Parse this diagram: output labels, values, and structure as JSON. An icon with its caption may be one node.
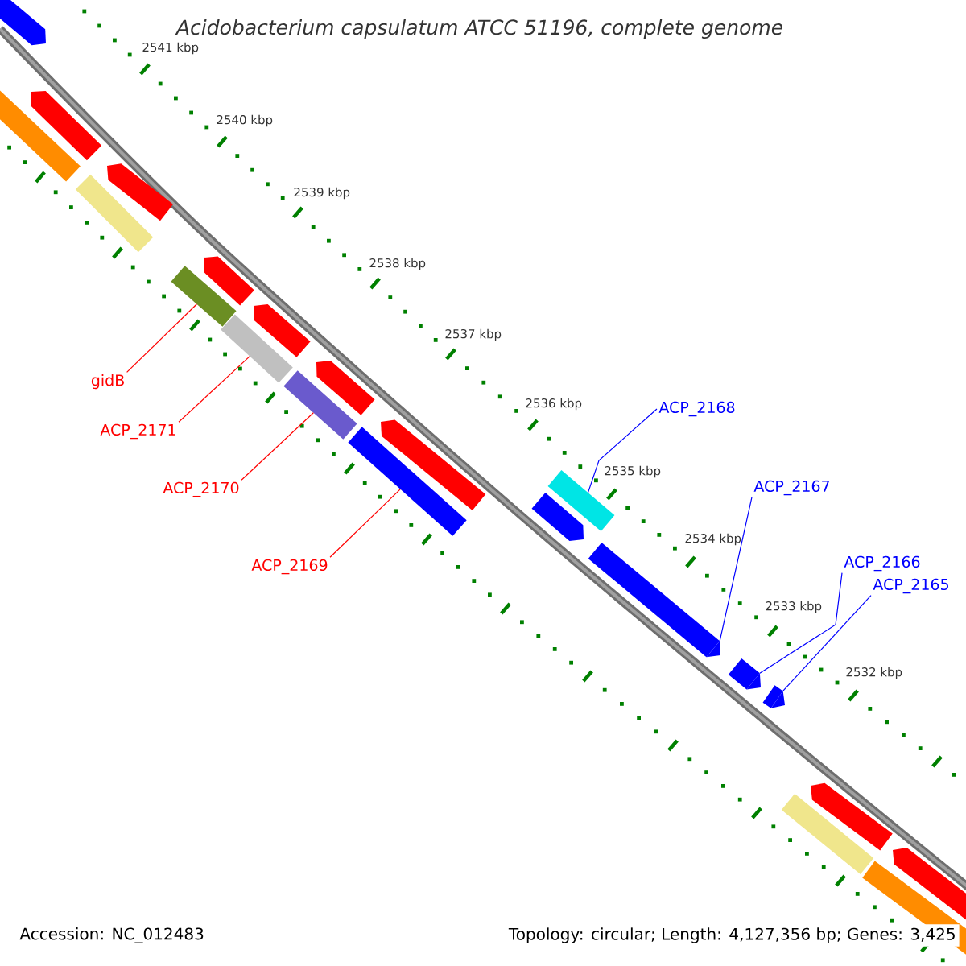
{
  "diagram": {
    "title": "Acidobacterium capsulatum ATCC 51196, complete genome",
    "nodes": [
      {
        "text": [
          "gidB"
        ]
      },
      {
        "text": [
          "ACP_2171"
        ]
      },
      {
        "text": [
          "ACP_2170"
        ]
      },
      {
        "text": [
          "ACP_2169"
        ]
      },
      {
        "text": [
          "ACP_2168"
        ]
      },
      {
        "text": [
          "ACP_2167"
        ]
      },
      {
        "text": [
          "ACP_2166"
        ]
      },
      {
        "text": [
          "ACP_2165"
        ]
      },
      {
        "text": [],
        "shape": "bar"
      },
      {
        "text": [],
        "shape": "bar"
      },
      {
        "text": [],
        "shape": "bar"
      },
      {
        "text": [],
        "shape": "bar"
      },
      {
        "text": [],
        "shape": "bar"
      },
      {
        "text": [],
        "shape": "bar"
      },
      {
        "text": [],
        "shape": "bar"
      },
      {
        "text": [],
        "shape": "bar"
      }
    ],
    "edges": [
      {
        "from": 0,
        "to": 8,
        "arrow": "none",
        "color": "#ff0000"
      },
      {
        "from": 1,
        "to": 9,
        "arrow": "none",
        "color": "#ff0000"
      },
      {
        "from": 2,
        "to": 10,
        "arrow": "none",
        "color": "#ff0000"
      },
      {
        "from": 3,
        "to": 11,
        "arrow": "none",
        "color": "#ff0000"
      },
      {
        "from": 4,
        "to": 12,
        "arrow": "none",
        "color": "#0000ff"
      },
      {
        "from": 5,
        "to": 13,
        "arrow": "none",
        "color": "#0000ff"
      },
      {
        "from": 6,
        "to": 14,
        "arrow": "none",
        "color": "#0000ff"
      },
      {
        "from": 7,
        "to": 15,
        "arrow": "none",
        "color": "#0000ff"
      }
    ],
    "labels": [
      "2541 kbp",
      "2540 kbp",
      "2539 kbp",
      "2538 kbp",
      "2537 kbp",
      "2536 kbp",
      "2535 kbp",
      "2534 kbp",
      "2533 kbp",
      "2532 kbp",
      "Accession: NC_012483",
      "Topology: circular; Length: 4,127,356 bp; Genes: 3,425"
    ]
  }
}
